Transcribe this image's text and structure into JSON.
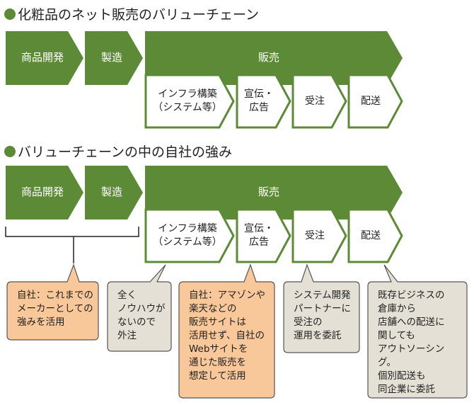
{
  "section1": {
    "title": "化粧品のネット販売のバリューチェーン",
    "stages": {
      "product_dev": "商品開発",
      "manufacturing": "製造",
      "sales": "販売"
    },
    "sub_stages": [
      "インフラ構築\n（システム等）",
      "宣伝・\n広告",
      "受注",
      "配送"
    ]
  },
  "section2": {
    "title": "バリューチェーンの中の自社の強み",
    "stages": {
      "product_dev": "商品開発",
      "manufacturing": "製造",
      "sales": "販売"
    },
    "sub_stages": [
      "インフラ構築\n（システム等）",
      "宣伝・\n広告",
      "受注",
      "配送"
    ]
  },
  "callouts": [
    {
      "text": "自社：これまでの\nメーカーとしての\n強みを活用",
      "type": "own",
      "color": "#f9c89a"
    },
    {
      "text": "全く\nノウハウが\nないので\n外注",
      "type": "outsourced",
      "color": "#e4e0d6"
    },
    {
      "text": "自社：アマゾンや\n楽天などの\n販売サイトは\n活用せず、自社の\nWebサイトを\n通じた販売を\n想定して活用",
      "type": "own",
      "color": "#f9c89a"
    },
    {
      "text": "システム開発\nパートナーに\n受注の\n運用を委託",
      "type": "outsourced",
      "color": "#e4e0d6"
    },
    {
      "text": "既存ビジネスの\n倉庫から\n店舗への配送に\n関しても\nアウトソーシング。\n個別配送も\n同企業に委託",
      "type": "outsourced",
      "color": "#e4e0d6"
    }
  ],
  "colors": {
    "green": "#5c8a36",
    "own": "#f9c89a",
    "outsourced": "#e4e0d6"
  }
}
